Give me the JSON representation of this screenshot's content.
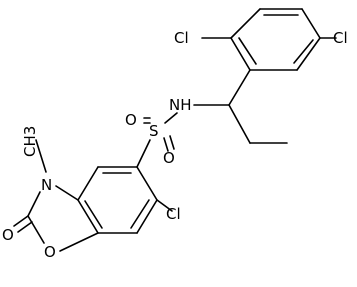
{
  "molecule": {
    "atoms": {
      "cl_top_left": "Cl",
      "cl_top_right": "Cl",
      "nh": "NH",
      "s": "S",
      "o_upper": "O",
      "o_lower": "O",
      "n_ring": "N",
      "methyl": "CH3",
      "cl_ring": "Cl",
      "o_carbonyl": "O",
      "o_ring": "O"
    },
    "colors": {
      "bond": "#000000",
      "label": "#000000",
      "background": "#ffffff"
    }
  }
}
